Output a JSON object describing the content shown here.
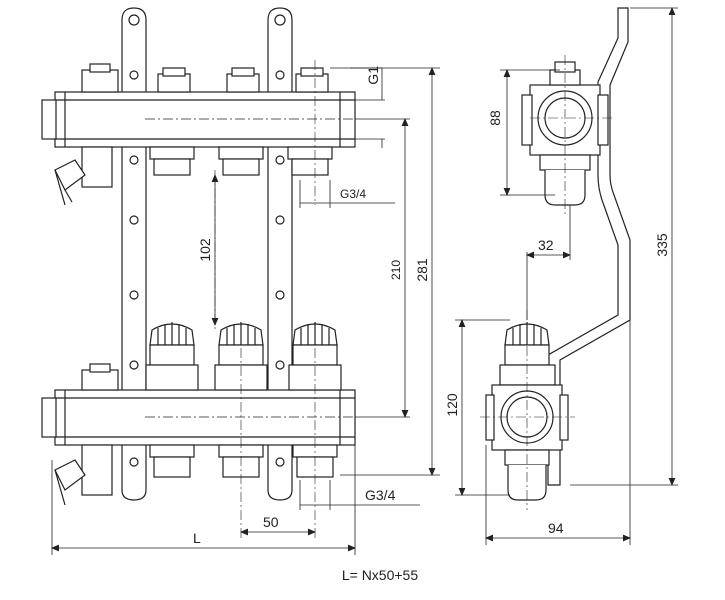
{
  "labels": {
    "dim_G1": "G1",
    "dim_88": "88",
    "dim_335": "335",
    "dim_32": "32",
    "dim_102": "102",
    "dim_G34_top": "G3/4",
    "dim_210": "210",
    "dim_281": "281",
    "dim_120": "120",
    "dim_G34_bottom": "G3/4",
    "dim_50": "50",
    "dim_L": "L",
    "dim_94": "94",
    "formula": "L= Nx50+55"
  }
}
